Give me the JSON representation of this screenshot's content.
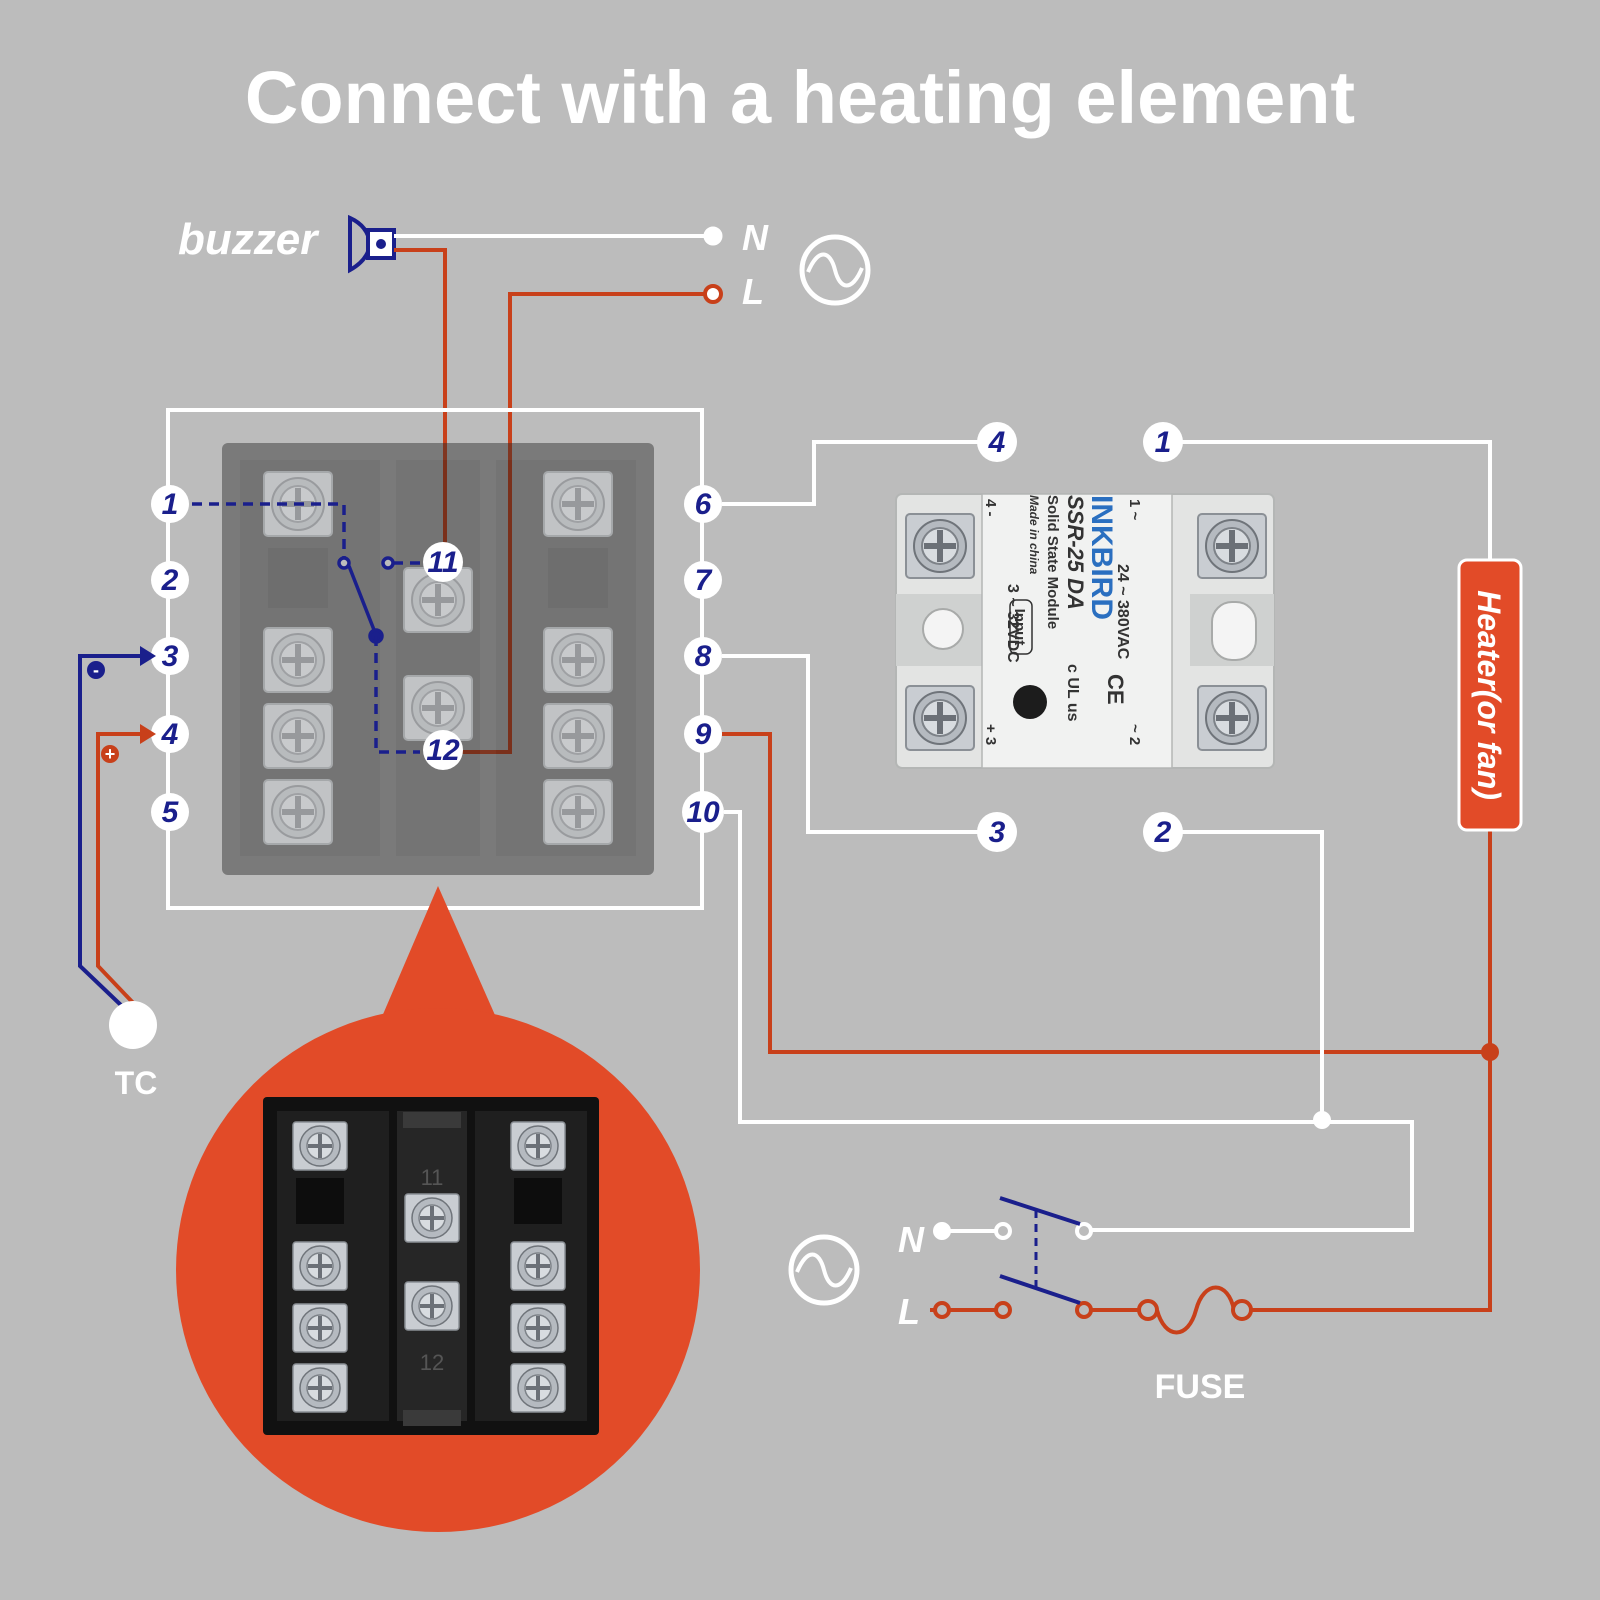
{
  "title": "Connect with a heating element",
  "buzzer_label": "buzzer",
  "supply_top": {
    "n_label": "N",
    "l_label": "L"
  },
  "supply_bottom": {
    "n_label": "N",
    "l_label": "L"
  },
  "tc_label": "TC",
  "tc_minus": "-",
  "tc_plus": "+",
  "fuse_label": "FUSE",
  "heater_label": "Heater(or fan)",
  "controller_terminals": {
    "left": [
      "1",
      "2",
      "3",
      "4",
      "5"
    ],
    "right": [
      "6",
      "7",
      "8",
      "9",
      "10"
    ],
    "center": [
      "11",
      "12"
    ]
  },
  "ssr_terminals": [
    "4",
    "1",
    "3",
    "2"
  ],
  "ssr": {
    "brand": "INKBIRD",
    "model": "SSR-25 DA",
    "subtitle": "Solid State Module",
    "origin": "Made in china",
    "ac_rating": "24 ~ 380VAC",
    "dc_rating": "3 ~ 32VDC",
    "input_label": "Input",
    "pin1": "1 ~",
    "pin2": "~ 2",
    "pin3": "+ 3",
    "pin4": "4 -",
    "ce": "CE",
    "ul": "c UL us"
  },
  "zoom_panel": {
    "label11": "11",
    "label12": "12"
  },
  "colors": {
    "background": "#bcbcbc",
    "blue_wire": "#1a1f8c",
    "red_wire": "#c8401a",
    "white_wire": "#ffffff",
    "accent_orange": "#e24b28"
  }
}
